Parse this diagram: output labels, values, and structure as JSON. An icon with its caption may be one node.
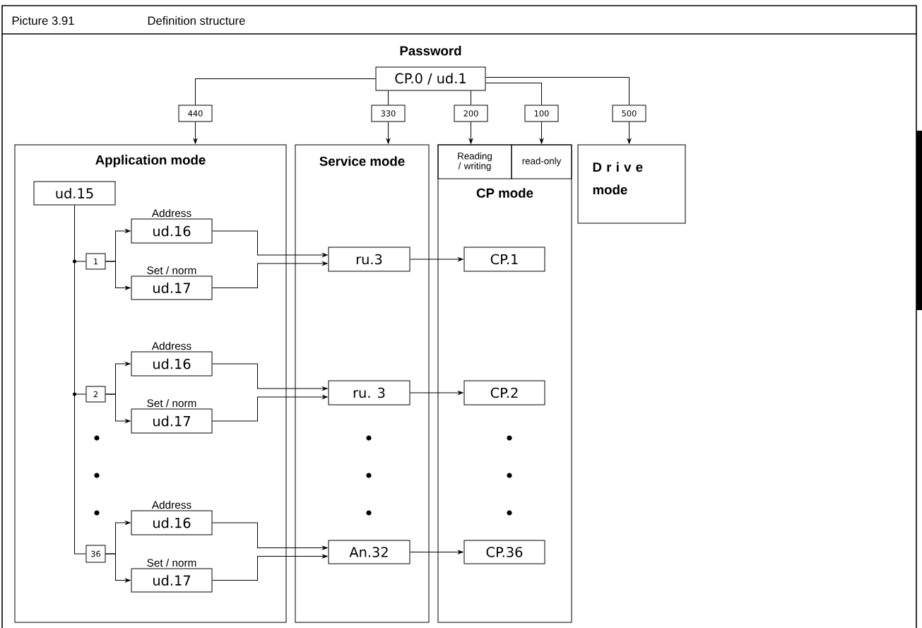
{
  "diagram": {
    "title": "Definition structure",
    "nodes": [
      {
        "text": [
          "Password",
          "CP.0 / ud.1"
        ]
      },
      {
        "text": [
          "440"
        ]
      },
      {
        "text": [
          "330"
        ]
      },
      {
        "text": [
          "200"
        ]
      },
      {
        "text": [
          "100"
        ]
      },
      {
        "text": [
          "500"
        ]
      },
      {
        "text": [
          "Application mode"
        ]
      },
      {
        "text": [
          "Service mode"
        ]
      },
      {
        "text": [
          "CP mode"
        ]
      },
      {
        "text": [
          "Reading / writing"
        ],
        "in": 8
      },
      {
        "text": [
          "read-only"
        ],
        "in": 8
      },
      {
        "text": [
          "D r i v e mode"
        ]
      },
      {
        "text": [
          "ud.15"
        ],
        "in": 6
      },
      {
        "text": [
          "Address",
          "ud.16"
        ],
        "in": 6
      },
      {
        "text": [
          "1"
        ],
        "in": 6
      },
      {
        "text": [
          "ru.3"
        ],
        "in": 7
      },
      {
        "text": [
          "CP.1"
        ],
        "in": 8
      },
      {
        "text": [
          "Set / norm",
          "ud.17"
        ],
        "in": 6
      },
      {
        "text": [
          "Address",
          "ud.16"
        ],
        "in": 6
      },
      {
        "text": [
          "2"
        ],
        "in": 6
      },
      {
        "text": [
          "ru.  3"
        ],
        "in": 7
      },
      {
        "text": [
          "CP.2"
        ],
        "in": 8
      },
      {
        "text": [
          "Set / norm",
          "ud.17"
        ],
        "in": 6
      },
      {
        "text": [
          "Address",
          "ud.16"
        ],
        "in": 6
      },
      {
        "text": [
          "36"
        ],
        "in": 6
      },
      {
        "text": [
          "An.32"
        ],
        "in": 7
      },
      {
        "text": [
          "CP.36"
        ],
        "in": 8
      },
      {
        "text": [
          "Set / norm",
          "ud.17"
        ],
        "in": 6
      }
    ],
    "edges": [
      {
        "from": 0,
        "to": 1,
        "arrow": "none"
      },
      {
        "from": 1,
        "to": 6,
        "arrow": "to"
      },
      {
        "from": 0,
        "to": 2,
        "arrow": "none"
      },
      {
        "from": 2,
        "to": 7,
        "arrow": "to"
      },
      {
        "from": 0,
        "to": 3,
        "arrow": "none"
      },
      {
        "from": 3,
        "to": 9,
        "arrow": "to"
      },
      {
        "from": 0,
        "to": 4,
        "arrow": "none"
      },
      {
        "from": 4,
        "to": 10,
        "arrow": "to"
      },
      {
        "from": 0,
        "to": 5,
        "arrow": "none"
      },
      {
        "from": 5,
        "to": 11,
        "arrow": "to"
      },
      {
        "from": 12,
        "to": 14,
        "arrow": "none"
      },
      {
        "from": 12,
        "to": 19,
        "arrow": "none"
      },
      {
        "from": 12,
        "to": 24,
        "arrow": "none"
      },
      {
        "from": 14,
        "to": 13,
        "arrow": "to"
      },
      {
        "from": 14,
        "to": 17,
        "arrow": "to"
      },
      {
        "from": 13,
        "to": 15,
        "arrow": "to"
      },
      {
        "from": 17,
        "to": 15,
        "arrow": "to"
      },
      {
        "from": 15,
        "to": 16,
        "arrow": "to"
      },
      {
        "from": 19,
        "to": 18,
        "arrow": "to"
      },
      {
        "from": 19,
        "to": 22,
        "arrow": "to"
      },
      {
        "from": 18,
        "to": 20,
        "arrow": "to"
      },
      {
        "from": 22,
        "to": 20,
        "arrow": "to"
      },
      {
        "from": 20,
        "to": 21,
        "arrow": "to"
      },
      {
        "from": 24,
        "to": 23,
        "arrow": "to"
      },
      {
        "from": 24,
        "to": 27,
        "arrow": "to"
      },
      {
        "from": 23,
        "to": 25,
        "arrow": "to"
      },
      {
        "from": 27,
        "to": 25,
        "arrow": "to"
      },
      {
        "from": 25,
        "to": 26,
        "arrow": "to"
      }
    ],
    "labels": [
      "Picture 3.91"
    ]
  }
}
